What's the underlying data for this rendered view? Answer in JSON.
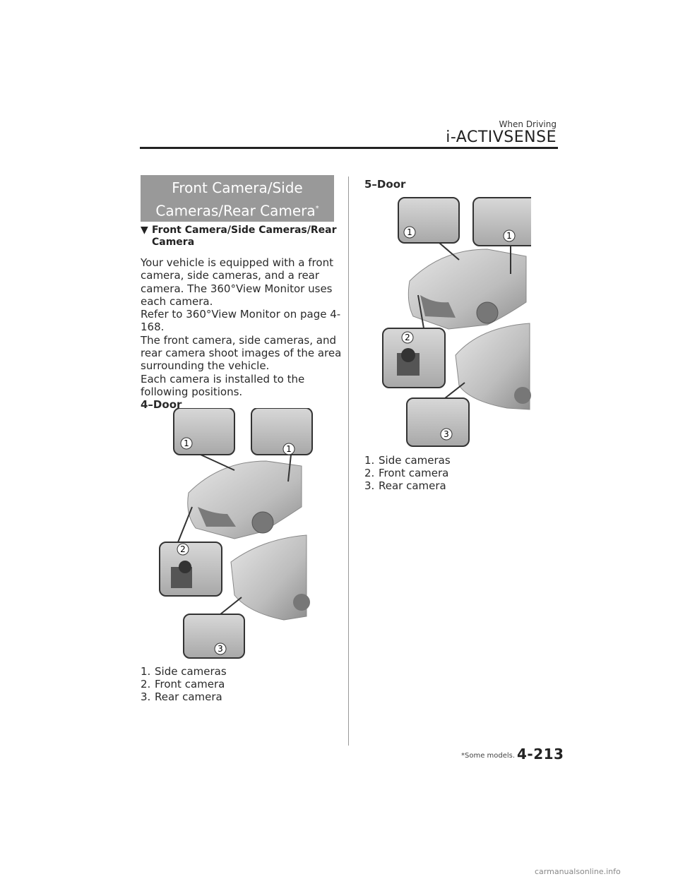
{
  "header": {
    "section": "When Driving",
    "chapter": "i-ACTIVSENSE"
  },
  "banner": {
    "line1": "Front Camera/Side",
    "line2": "Cameras/Rear Camera",
    "marker": "*"
  },
  "subheading": {
    "marker": "▼",
    "text": "Front Camera/Side Cameras/Rear Camera"
  },
  "body": {
    "p1": "Your vehicle is equipped with a front camera, side cameras, and a rear camera. The 360°View Monitor uses each camera.",
    "p2": "Refer to 360°View Monitor on page 4-168.",
    "p3": "The front camera, side cameras, and rear camera shoot images of the area surrounding the vehicle.",
    "p4": "Each camera is installed to the following positions."
  },
  "figure_4door": {
    "label": "4–Door",
    "callouts": [
      "1",
      "1",
      "2",
      "3"
    ],
    "legend": [
      {
        "num": "1.",
        "text": "Side cameras"
      },
      {
        "num": "2.",
        "text": "Front camera"
      },
      {
        "num": "3.",
        "text": "Rear camera"
      }
    ]
  },
  "figure_5door": {
    "label": "5–Door",
    "callouts": [
      "1",
      "1",
      "2",
      "3"
    ],
    "legend": [
      {
        "num": "1.",
        "text": "Side cameras"
      },
      {
        "num": "2.",
        "text": "Front camera"
      },
      {
        "num": "3.",
        "text": "Rear camera"
      }
    ]
  },
  "footer": {
    "note": "*Some models.",
    "page": "4-213"
  },
  "watermark": "carmanualsonline.info"
}
